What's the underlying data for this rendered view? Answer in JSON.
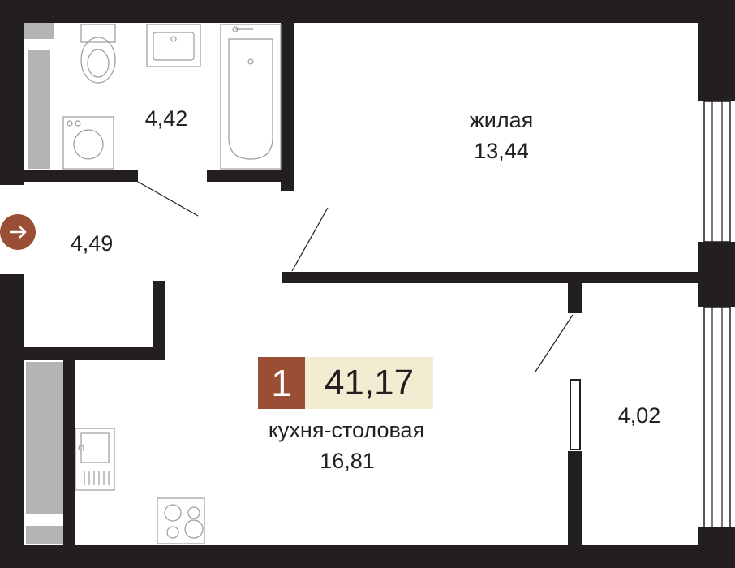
{
  "apartment": {
    "rooms": "1",
    "total_area": "41,17"
  },
  "rooms": {
    "bathroom": {
      "area": "4,42"
    },
    "living": {
      "name": "жилая",
      "area": "13,44"
    },
    "hall": {
      "area": "4,49"
    },
    "kitchen": {
      "name": "кухня-столовая",
      "area": "16,81"
    },
    "loggia": {
      "area": "4,02"
    }
  },
  "icons": {
    "entrance": "arrow-right-icon"
  },
  "colors": {
    "wall": "#231f20",
    "accent": "#9a4f34",
    "badge_bg": "#f4ecd2",
    "window": "#b3b3b3"
  }
}
